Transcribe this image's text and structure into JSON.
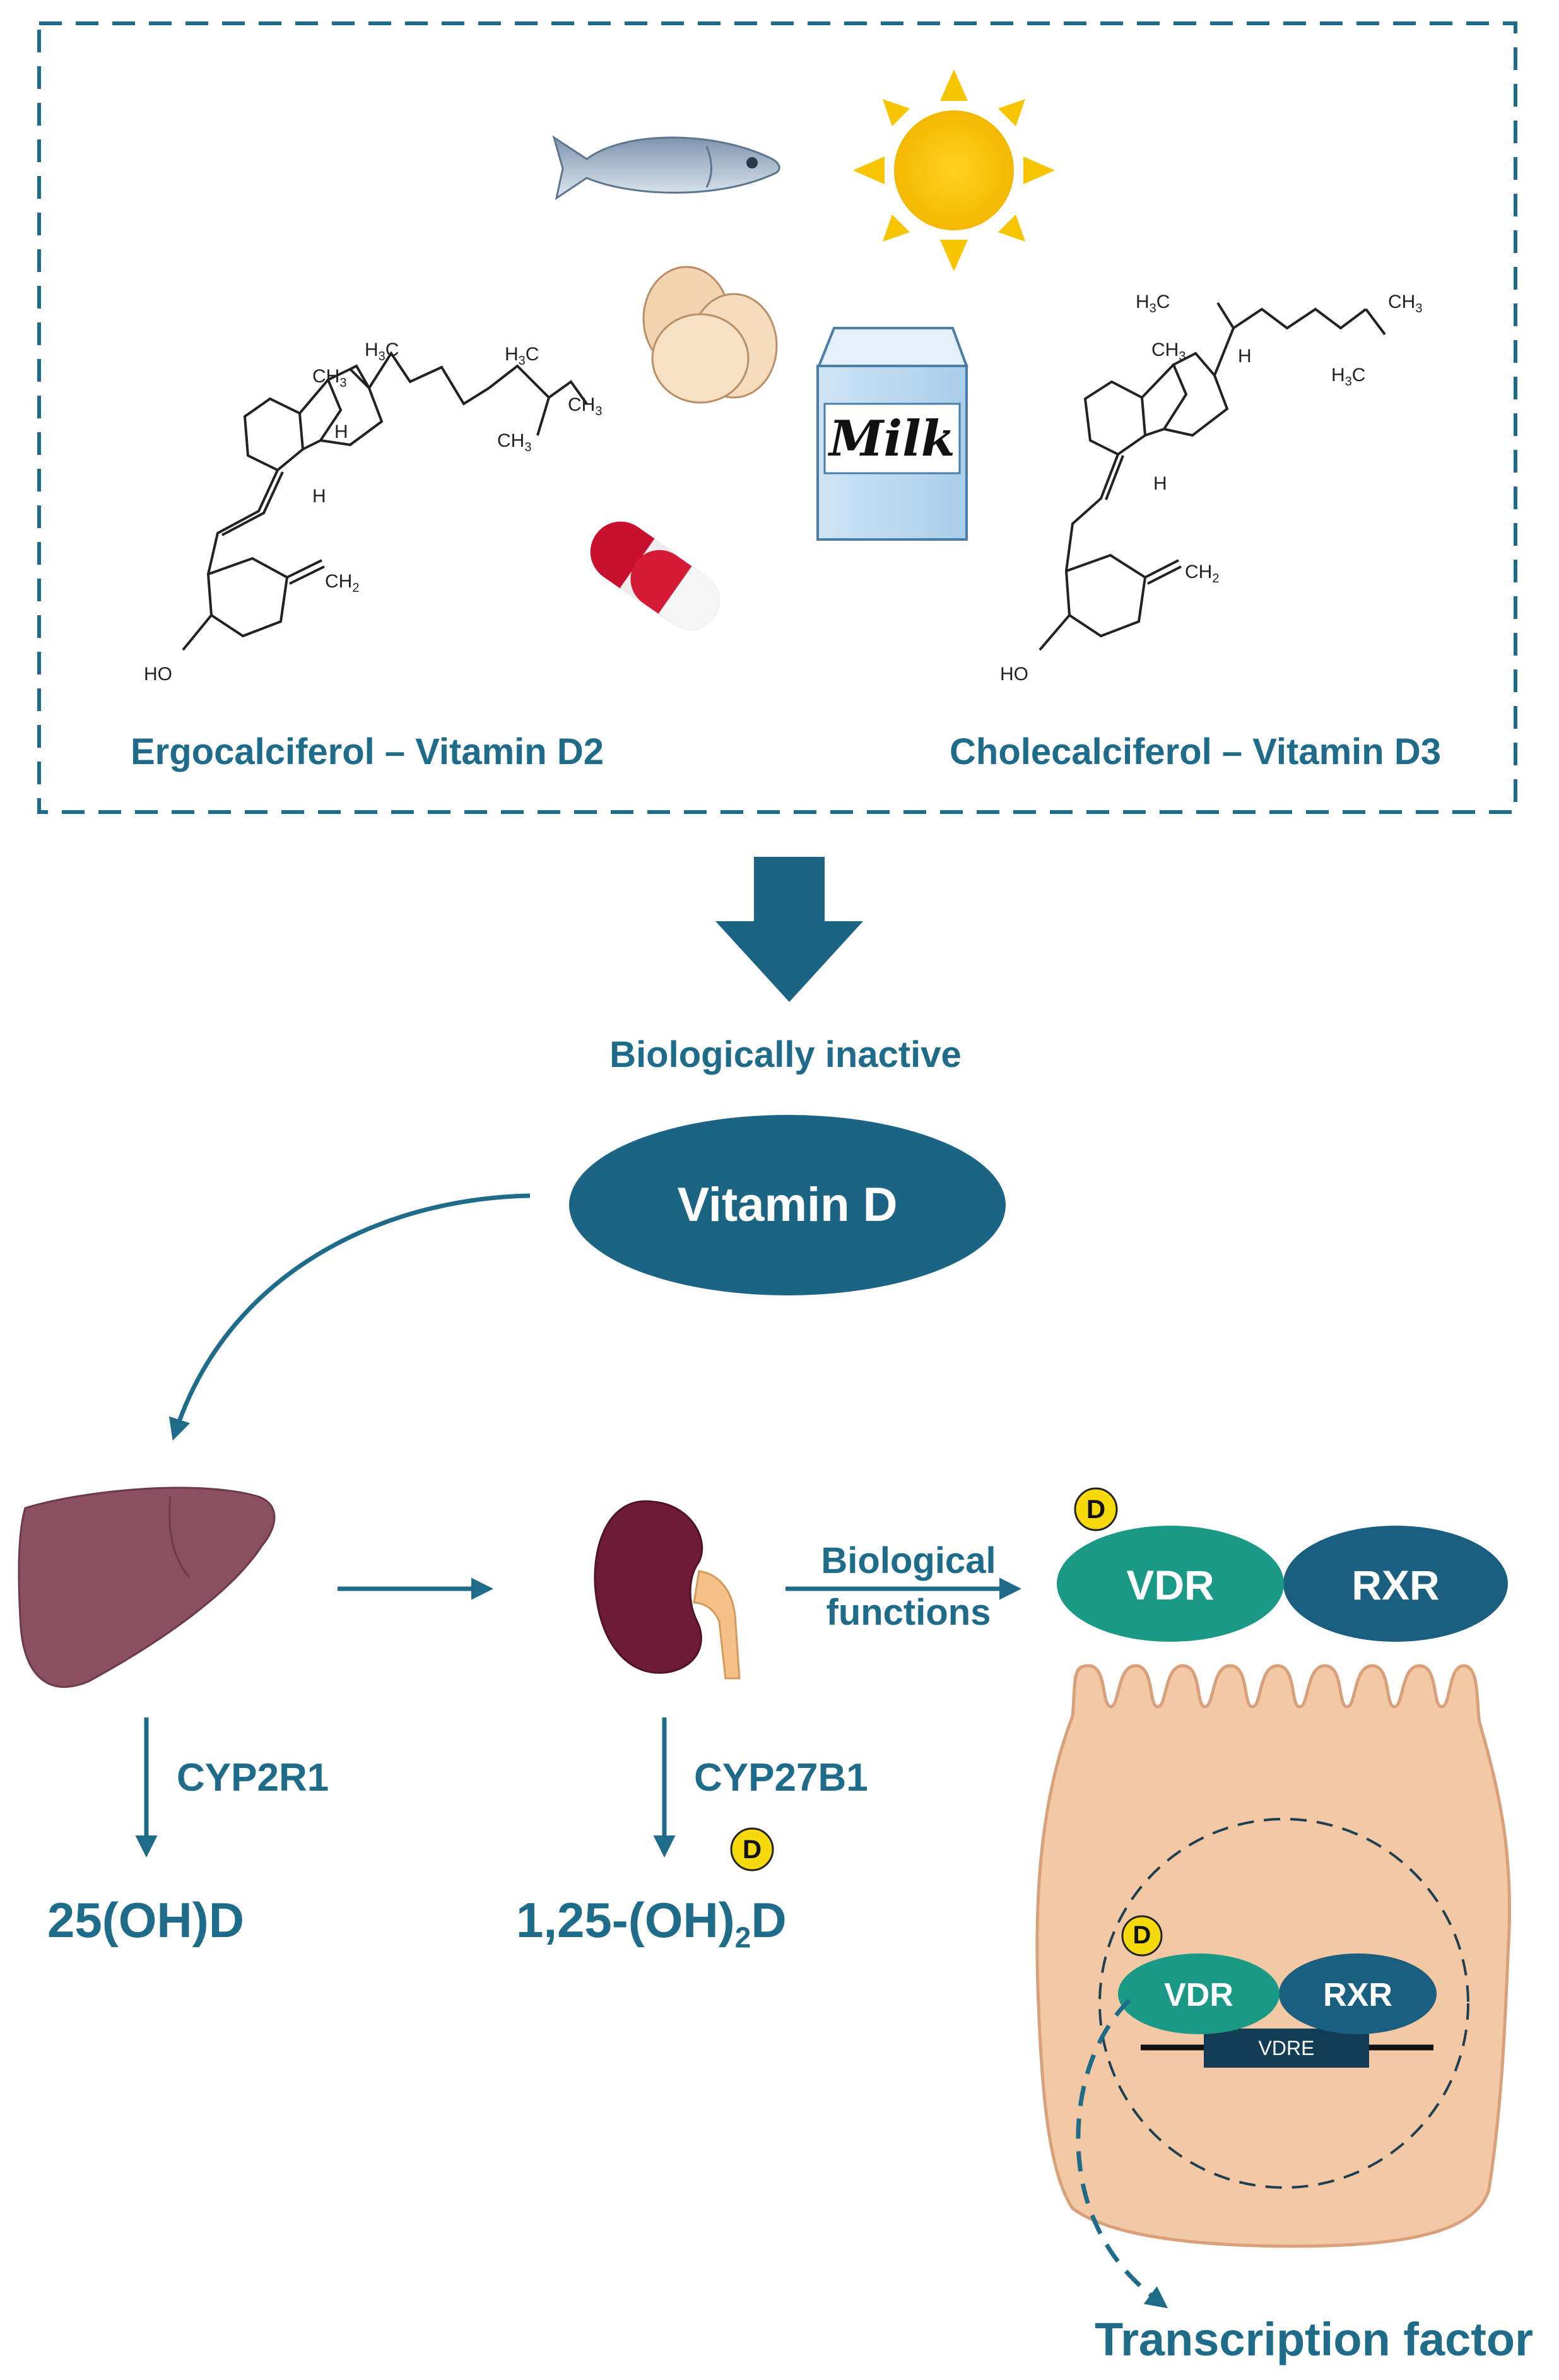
{
  "source_box": {
    "vitamin_d2_label": "Ergocalciferol – Vitamin D2",
    "vitamin_d3_label": "Cholecalciferol – Vitamin D3",
    "milk_label": "Milk",
    "d2_atoms": {
      "ch3_top": "CH",
      "h3c_top": "H",
      "h3c_2": "H",
      "ch3_right": "CH",
      "ch3_down": "CH",
      "h": "H",
      "h2": "H",
      "ch2": "CH",
      "ho": "HO"
    },
    "d3_atoms": {
      "h3c_top": "H",
      "ch3_right": "CH",
      "h3c_iso": "H",
      "ch3_ring": "CH",
      "h": "H",
      "h2": "H",
      "ch2": "CH",
      "ho": "HO"
    }
  },
  "flow": {
    "inactive_label": "Biologically inactive",
    "vitamin_d_label": "Vitamin D",
    "cyp2r1_label": "CYP2R1",
    "cyp27b1_label": "CYP27B1",
    "product1_label": "25(OH)D",
    "product2_prefix": "1,25-(OH)",
    "product2_sub": "2",
    "product2_suffix": "D",
    "bio_functions_line1": "Biological",
    "bio_functions_line2": "functions",
    "d_badge": "D",
    "vdr_label": "VDR",
    "rxr_label": "RXR",
    "vdre_label": "VDRE",
    "transcription_label": "Transcription factor"
  },
  "colors": {
    "teal_dark": "#1e6b8a",
    "vdr_green": "#1a9a86",
    "rxr_blue": "#1a5f80",
    "badge_yellow": "#f5d90a",
    "liver": "#8c4f5e",
    "kidney": "#6e1a36",
    "cell_fill": "#f3c9a5",
    "sun": "#f7c500"
  }
}
